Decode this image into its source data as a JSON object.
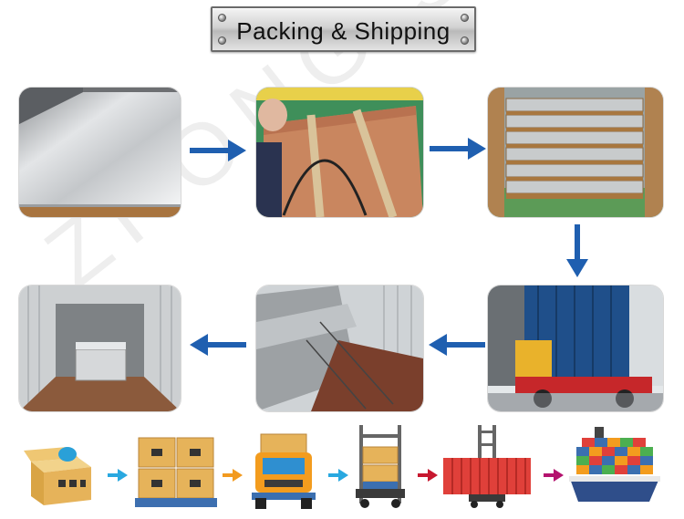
{
  "title": "Packing & Shipping",
  "colors": {
    "arrow_blue": "#1f5fb0",
    "flow_cyan": "#29a8e0",
    "flow_orange": "#f29a1f",
    "flow_red": "#c7182f",
    "flow_magenta": "#b4126e",
    "box_tan": "#e6b35a",
    "truck_orange": "#f39c1e",
    "container_red": "#e0403a"
  },
  "photos": [
    {
      "name": "steel-sheet-photo"
    },
    {
      "name": "wooden-case-packing-photo"
    },
    {
      "name": "stacked-pallets-photo"
    },
    {
      "name": "truck-loading-photo"
    },
    {
      "name": "container-strapping-photo"
    },
    {
      "name": "container-interior-photo"
    }
  ],
  "flow_icons": [
    "carton-box-icon",
    "stacked-cartons-icon",
    "cargo-truck-icon",
    "forklift-icon",
    "container-crane-icon",
    "cargo-ship-icon"
  ]
}
